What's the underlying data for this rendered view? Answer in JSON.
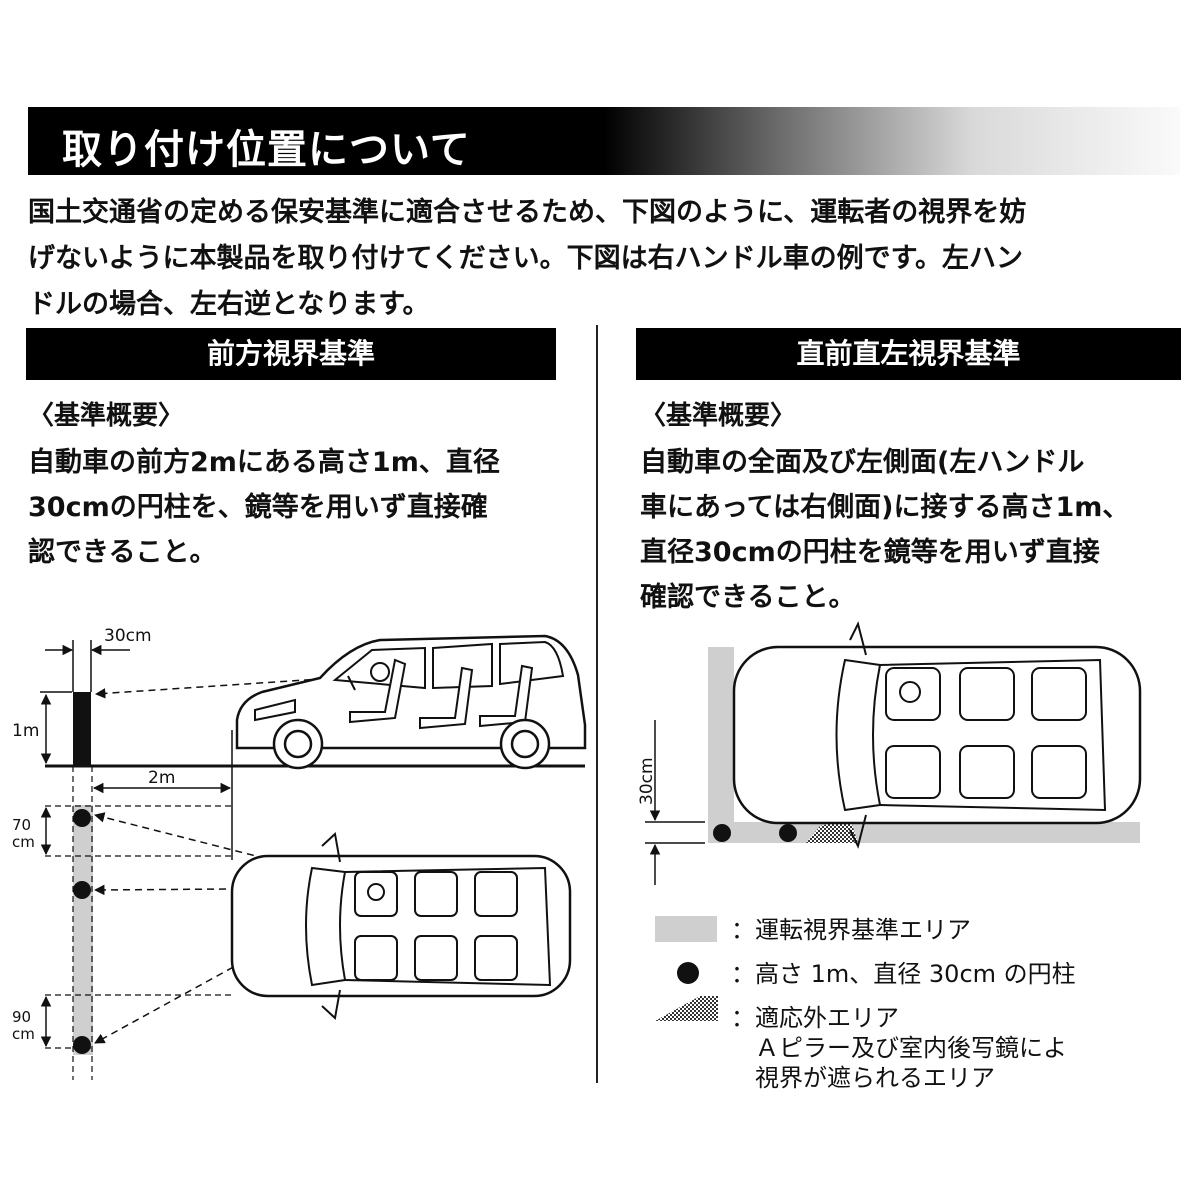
{
  "header": {
    "title": "取り付け位置について"
  },
  "intro": {
    "lines": [
      "国土交通省の定める保安基準に適合させるため、下図のように、運転者の視界を妨",
      "げないように本製品を取り付けてください。下図は右ハンドル車の例です。左ハン",
      "ドルの場合、左右逆となります。"
    ]
  },
  "left_section": {
    "heading": "前方視界基準",
    "sub_label": "〈基準概要〉",
    "lines": [
      "自動車の前方2mにある高さ1m、直径",
      "30cmの円柱を、鏡等を用いず直接確",
      "認できること。"
    ],
    "diagram": {
      "width_label": "30cm",
      "height_label": "1m",
      "distance_label": "2m",
      "top_gap_label_a": "70",
      "top_gap_label_b": "cm",
      "bottom_gap_label_a": "90",
      "bottom_gap_label_b": "cm"
    }
  },
  "right_section": {
    "heading": "直前直左視界基準",
    "sub_label": "〈基準概要〉",
    "lines": [
      "自動車の全面及び左側面(左ハンドル",
      "車にあっては右側面)に接する高さ1m、",
      "直径30cmの円柱を鏡等を用いず直接",
      "確認できること。"
    ],
    "diagram": {
      "height_label": "30cm"
    }
  },
  "legend": {
    "items": [
      {
        "text": "：運転視界基準エリア"
      },
      {
        "text": "：高さ 1m、直径 30cm の円柱"
      },
      {
        "text": "：適応外エリア"
      },
      {
        "text": "Ａピラー及び室内後写鏡によ"
      },
      {
        "text": "視界が遮られるエリア"
      }
    ]
  },
  "colors": {
    "area_gray": "#cfcfcf",
    "black": "#000000"
  },
  "icons": [
    "car-side-view",
    "car-top-view",
    "cylinder-marker",
    "hatched-area-icon"
  ]
}
